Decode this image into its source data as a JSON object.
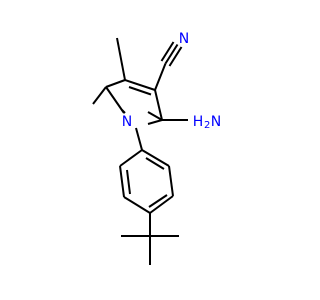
{
  "molecule": {
    "atoms": {
      "nitrile_n": {
        "symbol": "N",
        "color": "#0000ff"
      },
      "ring_n": {
        "symbol": "N",
        "color": "#0000ff"
      },
      "amino": {
        "symbol": "H",
        "subscript": "2",
        "suffix": "N",
        "color": "#0000ff"
      }
    },
    "bond_color": "#000000"
  }
}
